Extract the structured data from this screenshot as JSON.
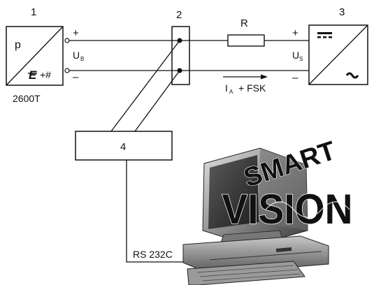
{
  "labels": {
    "num1": "1",
    "num2": "2",
    "num3": "3",
    "num4": "4",
    "p": "p",
    "e_hash": "E",
    "e_hash_suffix": "+#",
    "transmitter_model": "2600T",
    "plus_left": "+",
    "minus_left": "–",
    "ub_main": "U",
    "ub_sub": "B",
    "resistor": "R",
    "plus_right": "+",
    "minus_right": "–",
    "us_main": "U",
    "us_sub": "S",
    "ia_main": "I",
    "ia_sub": "A",
    "ia_suffix": "+ FSK",
    "rs232": "RS 232C",
    "smart": "SMART",
    "vision": "VISION"
  },
  "supply_symbol": {
    "dc": "===",
    "ac": "~"
  },
  "colors": {
    "line": "#111111",
    "computer_dark": "#3a3a3a",
    "computer_mid": "#8a8a8a",
    "computer_light": "#cfcfcf"
  }
}
